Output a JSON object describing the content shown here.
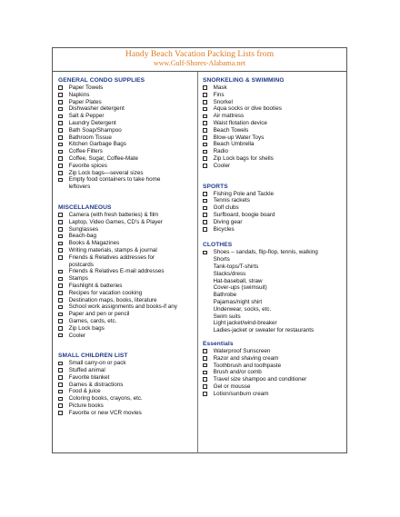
{
  "header": {
    "title": "Handy Beach Vacation Packing Lists from",
    "subtitle": "www.Gulf-Shores-Alabama.net"
  },
  "left_column": [
    {
      "title": "GENERAL CONDO SUPPLIES",
      "items": [
        {
          "text": "Paper Towels",
          "checkbox": true
        },
        {
          "text": "Napkins",
          "checkbox": true
        },
        {
          "text": "Paper Plates",
          "checkbox": true
        },
        {
          "text": "Dishwasher detergent",
          "checkbox": true
        },
        {
          "text": "Salt & Pepper",
          "checkbox": true
        },
        {
          "text": "Laundry Detergent",
          "checkbox": true
        },
        {
          "text": "Bath Soap/Shampoo",
          "checkbox": true
        },
        {
          "text": "Bathroom Tissue",
          "checkbox": true
        },
        {
          "text": "Kitchen Garbage Bags",
          "checkbox": true
        },
        {
          "text": "Coffee Filters",
          "checkbox": true
        },
        {
          "text": "Coffee, Sugar, Coffee-Mate",
          "checkbox": true
        },
        {
          "text": "Favorite spices",
          "checkbox": true
        },
        {
          "text": "Zip Lock bags—several sizes",
          "checkbox": true
        },
        {
          "text": "Empty food containers to take home",
          "checkbox": true
        },
        {
          "text": "leftovers",
          "checkbox": false
        }
      ]
    },
    {
      "title": "MISCELLANEOUS",
      "items": [
        {
          "text": "Camera (with fresh batteries) & film",
          "checkbox": true
        },
        {
          "text": "Laptop, Video Games, CD's & Player",
          "checkbox": true
        },
        {
          "text": "Sunglasses",
          "checkbox": true
        },
        {
          "text": "Beach-bag",
          "checkbox": true
        },
        {
          "text": "Books & Magazines",
          "checkbox": true
        },
        {
          "text": "Writing materials, stamps & journal",
          "checkbox": true
        },
        {
          "text": "Friends & Relatives addresses for",
          "checkbox": true
        },
        {
          "text": "postcards",
          "checkbox": false
        },
        {
          "text": "Friends & Relatives E-mail addresses",
          "checkbox": true
        },
        {
          "text": "Stamps",
          "checkbox": true
        },
        {
          "text": "Flashlight & batteries",
          "checkbox": true
        },
        {
          "text": "Recipes for vacation cooking",
          "checkbox": true
        },
        {
          "text": "Destination maps, books, literature",
          "checkbox": true
        },
        {
          "text": "School work assignments and books-if any",
          "checkbox": true
        },
        {
          "text": "Paper and pen or pencil",
          "checkbox": true
        },
        {
          "text": "Games, cards, etc.",
          "checkbox": true
        },
        {
          "text": "Zip Lock bags",
          "checkbox": true
        },
        {
          "text": "Cooler",
          "checkbox": true
        }
      ]
    },
    {
      "title": "SMALL CHILDREN LIST",
      "items": [
        {
          "text": "Small carry-on or pack",
          "checkbox": true
        },
        {
          "text": "Stuffed animal",
          "checkbox": true
        },
        {
          "text": "Favorite blanket",
          "checkbox": true
        },
        {
          "text": "Games & distractions",
          "checkbox": true
        },
        {
          "text": "Food & juice",
          "checkbox": true
        },
        {
          "text": "Coloring books, crayons, etc.",
          "checkbox": true
        },
        {
          "text": "Picture books",
          "checkbox": true
        },
        {
          "text": "Favorite or new VCR movies",
          "checkbox": true
        }
      ]
    }
  ],
  "right_column": [
    {
      "title": "SNORKELING & SWIMMING",
      "items": [
        {
          "text": "Mask",
          "checkbox": true
        },
        {
          "text": "Fins",
          "checkbox": true
        },
        {
          "text": "Snorkel",
          "checkbox": true
        },
        {
          "text": "Aqua socks or dive booties",
          "checkbox": true
        },
        {
          "text": "Air mattress",
          "checkbox": true
        },
        {
          "text": "Waist flotation device",
          "checkbox": true
        },
        {
          "text": "Beach Towels",
          "checkbox": true
        },
        {
          "text": "Blow-up Water Toys",
          "checkbox": true
        },
        {
          "text": "Beach Umbrella",
          "checkbox": true
        },
        {
          "text": "Radio",
          "checkbox": true
        },
        {
          "text": "Zip Lock bags for shells",
          "checkbox": true
        },
        {
          "text": "Cooler",
          "checkbox": true
        }
      ]
    },
    {
      "title": "SPORTS",
      "items": [
        {
          "text": "Fishing Pole and Tackle",
          "checkbox": true
        },
        {
          "text": "Tennis rackets",
          "checkbox": true
        },
        {
          "text": "Golf clubs",
          "checkbox": true
        },
        {
          "text": "Surfboard, boogie board",
          "checkbox": true
        },
        {
          "text": "Diving gear",
          "checkbox": true
        },
        {
          "text": "Bicycles",
          "checkbox": true
        }
      ]
    },
    {
      "title": "CLOTHES",
      "items": [
        {
          "text": "Shoes – sandals, flip-flop, tennis, walking",
          "checkbox": true
        },
        {
          "text": "Shorts",
          "checkbox": false
        },
        {
          "text": "Tank-tops/T-shirts",
          "checkbox": false
        },
        {
          "text": "Slacks/dress",
          "checkbox": false
        },
        {
          "text": "Hat-baseball, straw",
          "checkbox": false
        },
        {
          "text": "Cover-ups (swimsuit)",
          "checkbox": false
        },
        {
          "text": "Bathrobe",
          "checkbox": false
        },
        {
          "text": "Pajamas/night shirt",
          "checkbox": false
        },
        {
          "text": "Underwear, socks, etc.",
          "checkbox": false
        },
        {
          "text": "Swim suits",
          "checkbox": false
        },
        {
          "text": "Light jacket/wind-breaker",
          "checkbox": false
        },
        {
          "text": "Ladies-jacket or sweater for restaurants",
          "checkbox": false
        }
      ]
    },
    {
      "title": "Essentials",
      "items": [
        {
          "text": "Waterproof Sunscreen",
          "checkbox": true
        },
        {
          "text": "Razor and shaving cream",
          "checkbox": true
        },
        {
          "text": "Toothbrush and toothpaste",
          "checkbox": true
        },
        {
          "text": "Brush and/or comb",
          "checkbox": true
        },
        {
          "text": "Travel size shampoo and conditioner",
          "checkbox": true
        },
        {
          "text": "Gel or mousse",
          "checkbox": true
        },
        {
          "text": "Lotion/sunburn cream",
          "checkbox": true
        }
      ]
    }
  ]
}
